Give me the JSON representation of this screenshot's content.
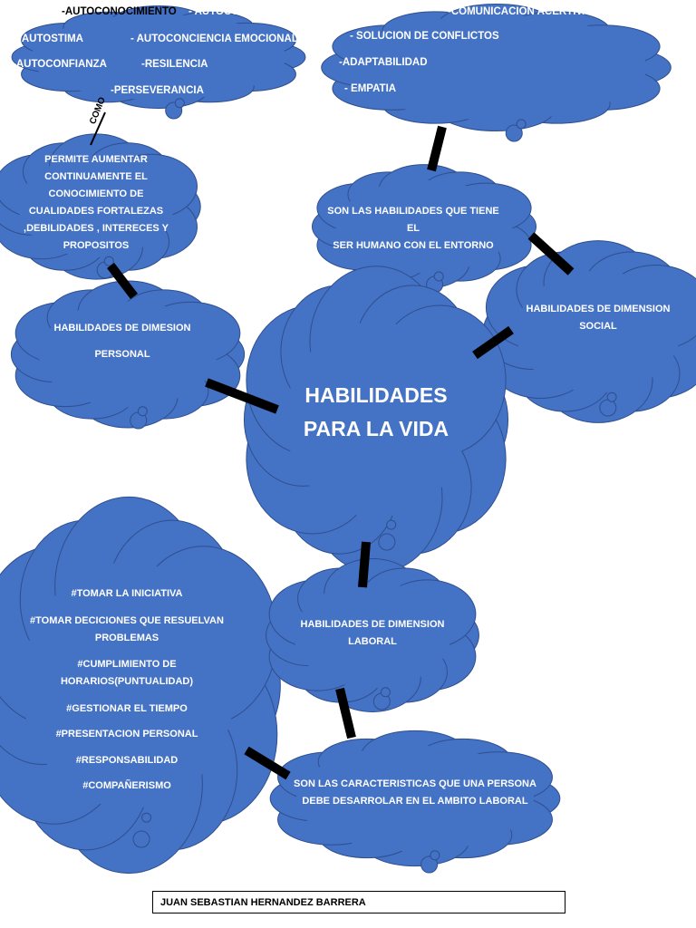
{
  "colors": {
    "cloud_fill": "#4472c4",
    "cloud_stroke": "#2f4f8f",
    "connector": "#000000",
    "text": "#ffffff"
  },
  "central": {
    "line1": "HABILIDADES",
    "line2": "PARA LA VIDA"
  },
  "personal": {
    "title_line1": "HABILIDADES DE DIMESION",
    "title_line2": "PERSONAL",
    "description": [
      "PERMITE AUMENTAR",
      "CONTINUAMENTE EL",
      "CONOCIMIENTO DE",
      "CUALIDADES FORTALEZAS",
      ",DEBILIDADES , INTERECES Y",
      "PROPOSITOS"
    ],
    "connector_label": "COMO",
    "items": {
      "autoconocimiento": "-AUTOCONOCIMIENTO",
      "autocontrol": "- AUTOCONTROL",
      "autostima": "-AUTOSTIMA",
      "autoconciencia": "- AUTOCONCIENCIA EMOCIONAL",
      "autoconfianza": "-AUTOCONFIANZA",
      "resilencia": "-RESILENCIA",
      "perseverancia": "-PERSEVERANCIA"
    }
  },
  "social": {
    "title_line1": "HABILIDADES DE DIMENSION",
    "title_line2": "SOCIAL",
    "description": [
      "SON LAS HABILIDADES QUE TIENE EL",
      "SER HUMANO CON EL ENTORNO"
    ],
    "items": {
      "comunicacion": "-COMUNICACION ACERTIVA:",
      "solucion": "- SOLUCION  DE CONFLICTOS",
      "adaptabilidad": "-ADAPTABILIDAD",
      "empatia": "- EMPATIA"
    }
  },
  "laboral": {
    "title_line1": "HABILIDADES DE DIMENSION",
    "title_line2": "LABORAL",
    "description": [
      "SON LAS CARACTERISTICAS QUE UNA PERSONA",
      "DEBE DESARROLAR EN EL AMBITO LABORAL"
    ],
    "items": [
      "#TOMAR LA INICIATIVA",
      "#TOMAR DECICIONES QUE RESUELVAN",
      "PROBLEMAS",
      "#CUMPLIMIENTO DE",
      "HORARIOS(PUNTUALIDAD)",
      "#GESTIONAR EL TIEMPO",
      "#PRESENTACION PERSONAL",
      "#RESPONSABILIDAD",
      "#COMPAÑERISMO"
    ]
  },
  "footer": {
    "author": "JUAN SEBASTIAN HERNANDEZ BARRERA"
  }
}
